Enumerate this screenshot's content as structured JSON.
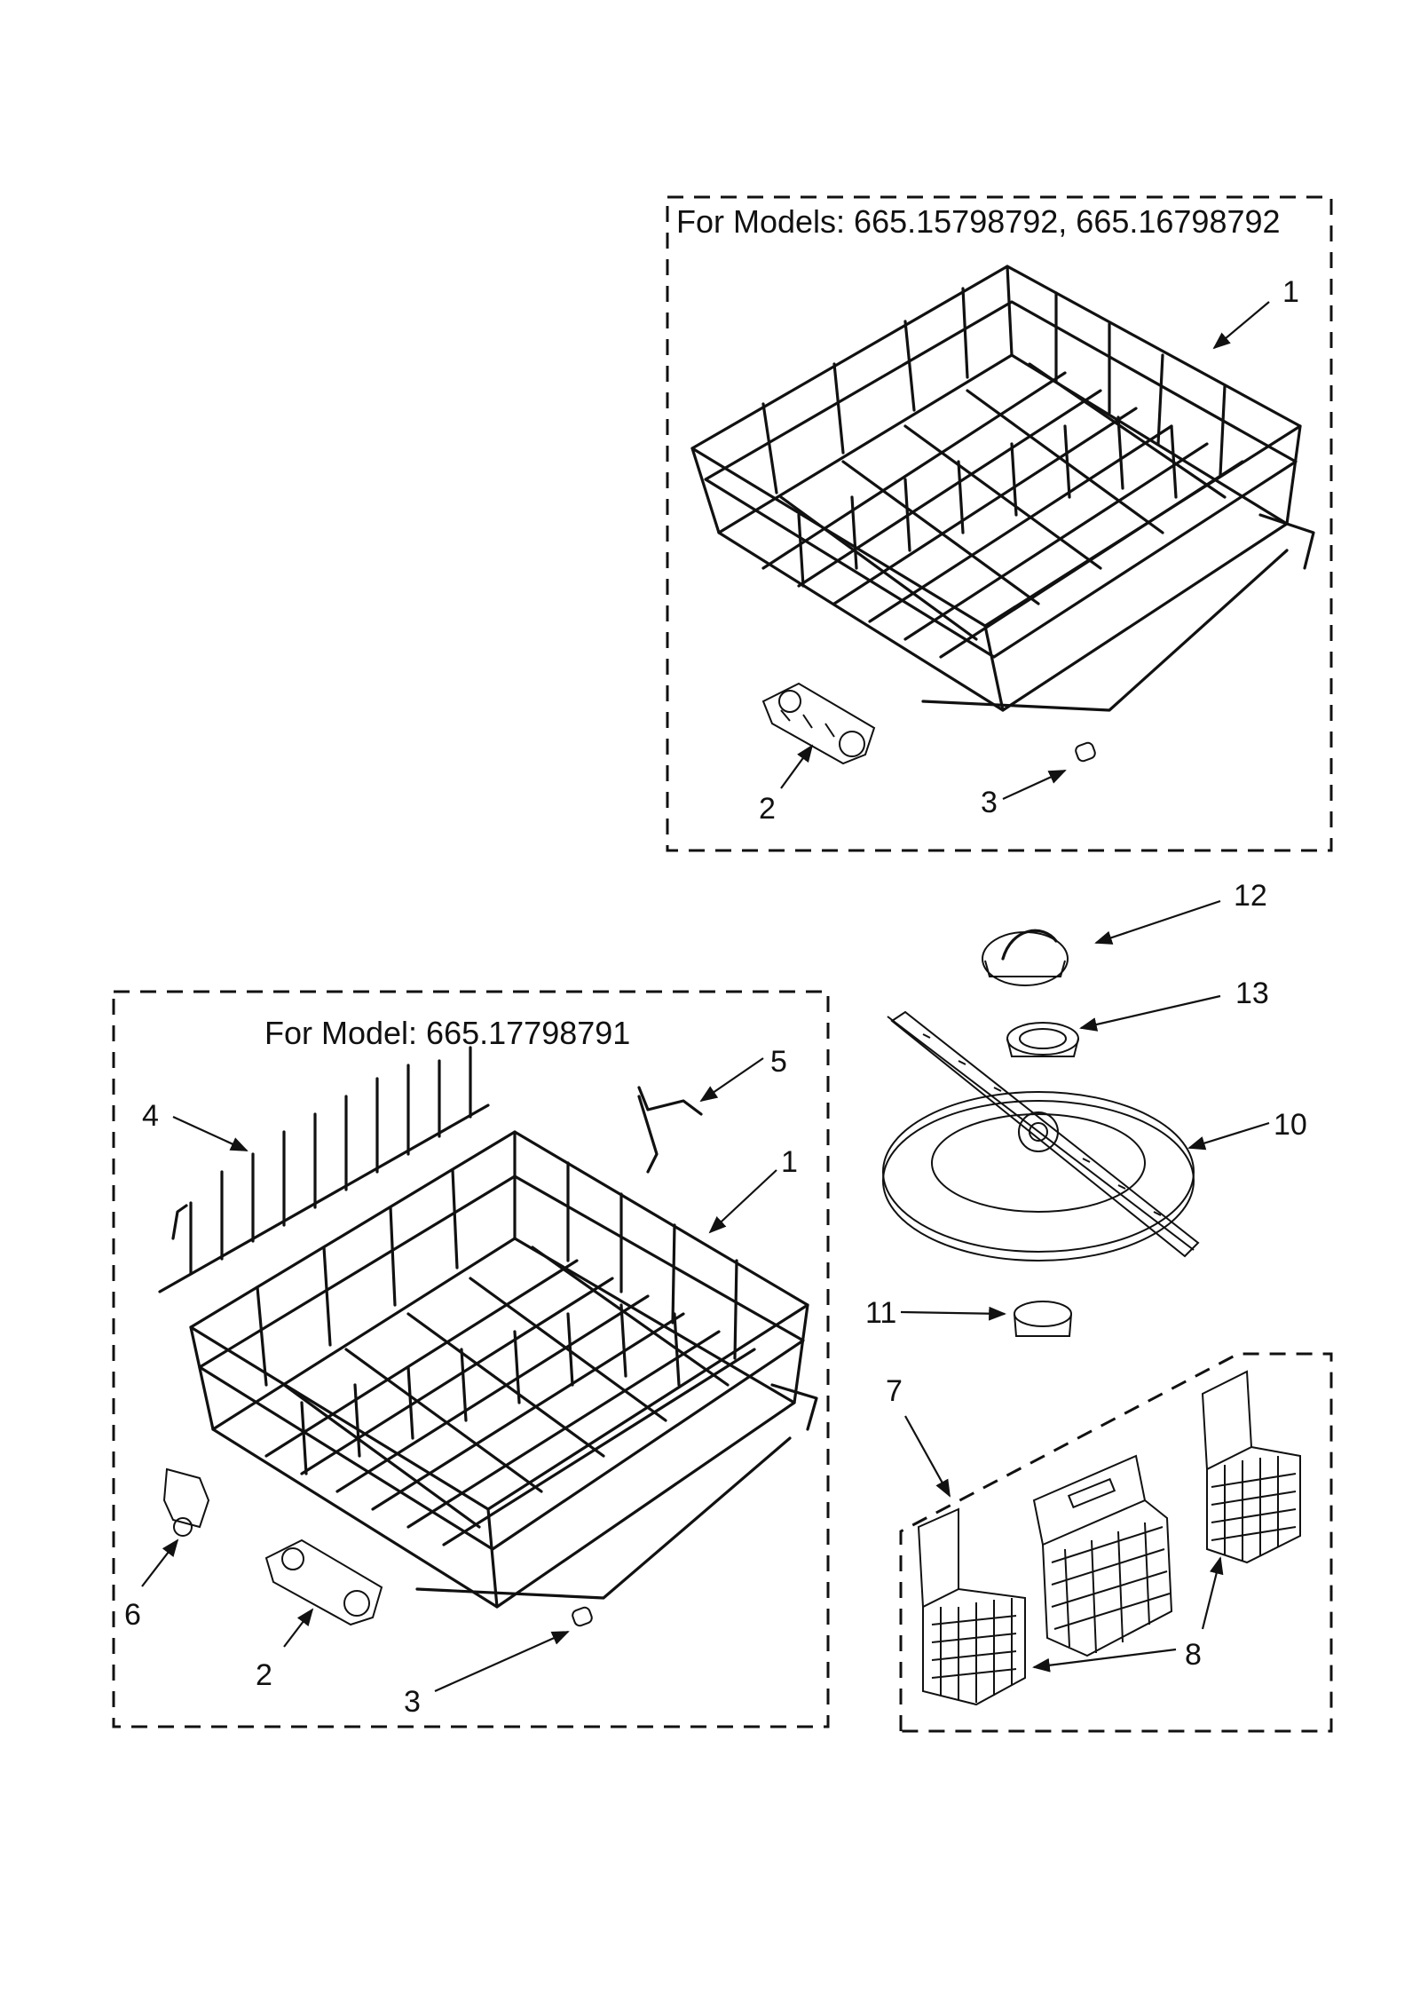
{
  "headers": {
    "top": "For Models:  665.15798792, 665.16798792",
    "left": "For Model:  665.17798791"
  },
  "callouts": {
    "top": {
      "rack": "1",
      "wheel": "2",
      "stop": "3"
    },
    "left": {
      "tine": "4",
      "clip": "5",
      "rack": "1",
      "clip6": "6",
      "wheel": "2",
      "stop": "3"
    },
    "right": {
      "cap": "12",
      "ring": "13",
      "arm": "10",
      "nut": "11",
      "basket_set": "7",
      "basket": "8"
    }
  }
}
